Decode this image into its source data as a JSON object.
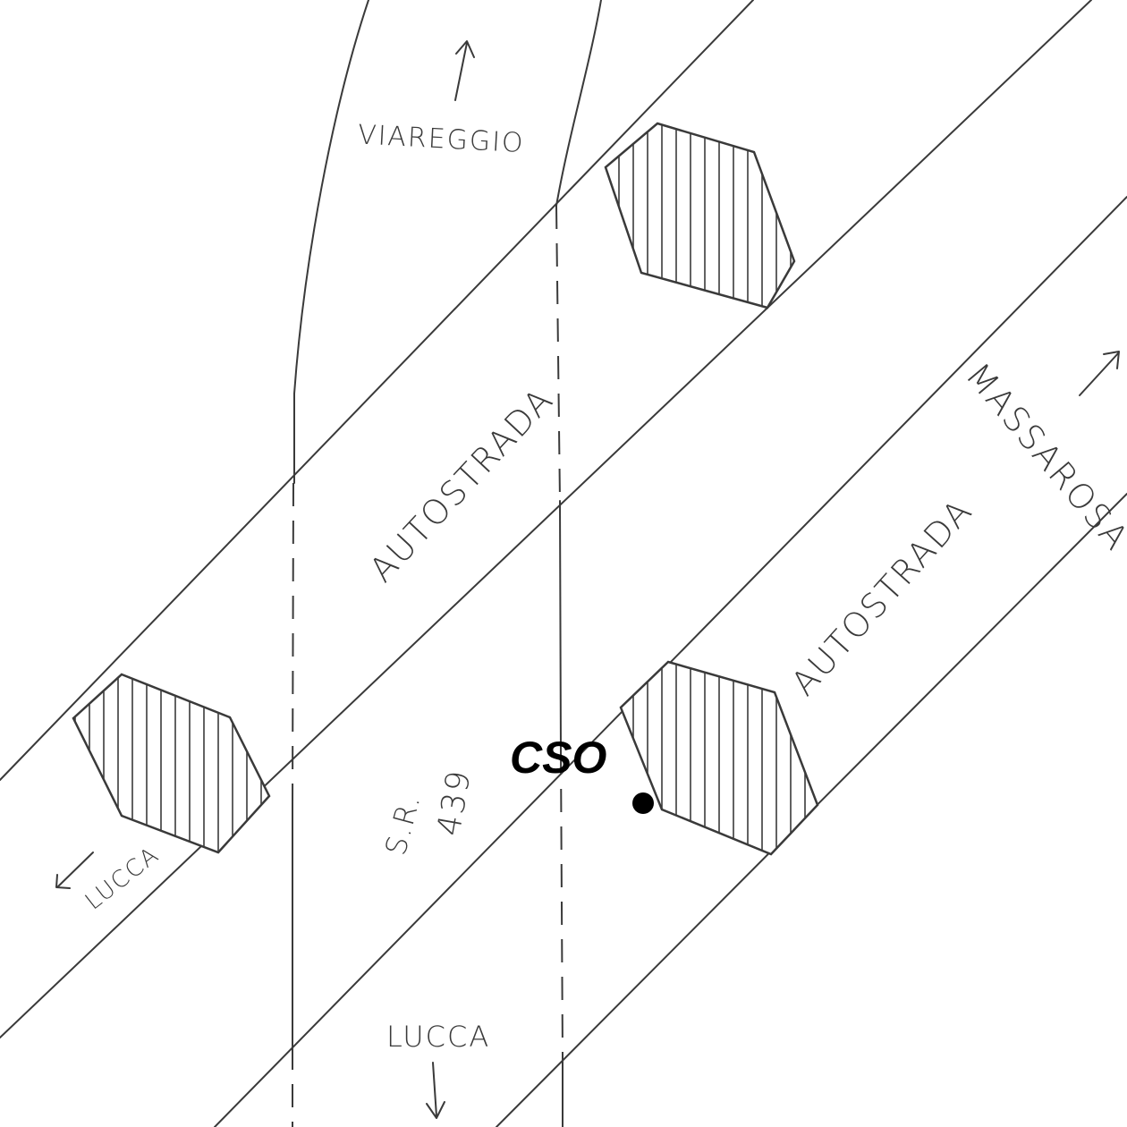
{
  "labels": {
    "viareggio": "VIAREGGIO",
    "autostrada_north": "AUTOSTRADA",
    "autostrada_south": "AUTOSTRADA",
    "massarosa": "MASSAROSA",
    "lucca_left": "LUCCA",
    "lucca_bottom": "LUCCA",
    "sr_prefix": "S.R.",
    "sr_number": "439",
    "site": "CSO"
  },
  "colors": {
    "ink": "#3a3a3a",
    "marker": "#000000",
    "background": "#ffffff"
  },
  "icons": [
    "arrow-up-icon",
    "arrow-up-right-icon",
    "arrow-left-icon",
    "arrow-down-icon",
    "site-marker-icon"
  ]
}
